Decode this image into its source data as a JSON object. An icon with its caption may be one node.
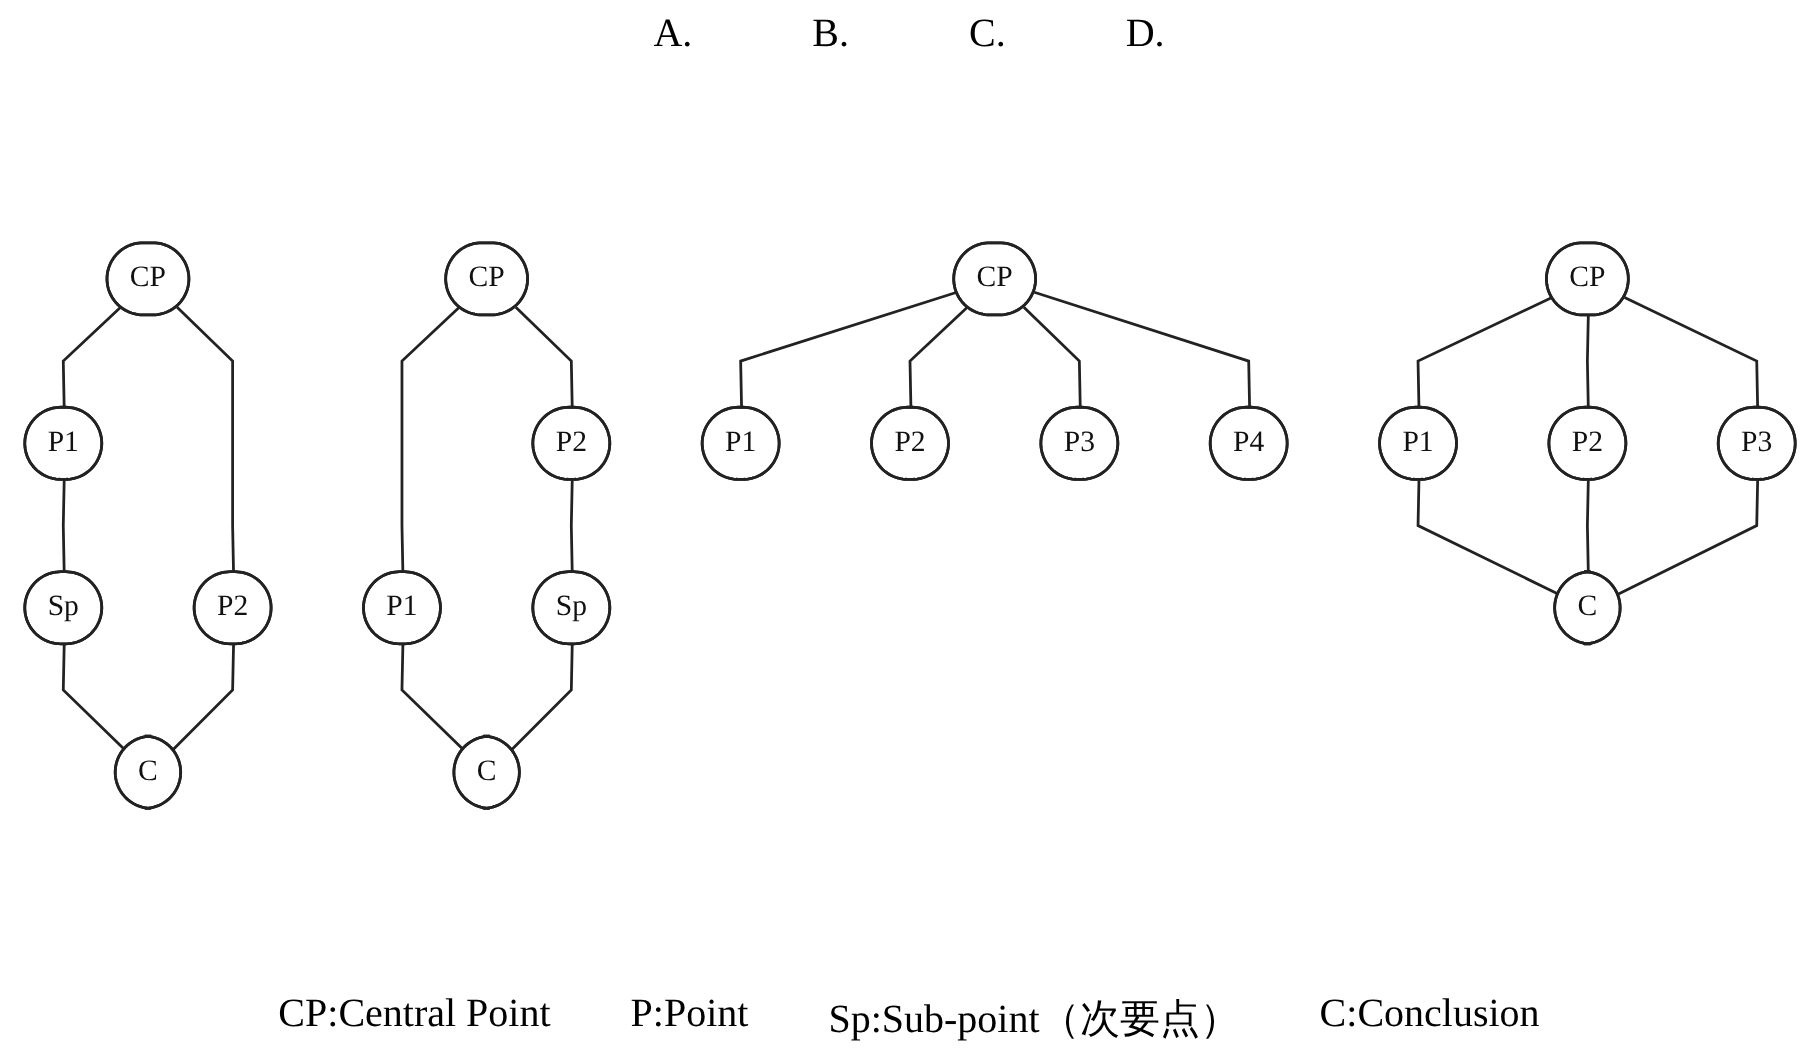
{
  "diagram": {
    "nodes": [
      {
        "text": [
          "CP"
        ]
      },
      {
        "text": [
          "P1"
        ]
      },
      {
        "text": [
          "P2"
        ]
      },
      {
        "text": [
          "Sp"
        ]
      },
      {
        "text": [
          "C"
        ]
      },
      {
        "text": [
          "CP"
        ]
      },
      {
        "text": [
          "P1"
        ]
      },
      {
        "text": [
          "P2"
        ]
      },
      {
        "text": [
          "Sp"
        ]
      },
      {
        "text": [
          "C"
        ]
      },
      {
        "text": [
          "CP"
        ]
      },
      {
        "text": [
          "P1"
        ]
      },
      {
        "text": [
          "P2"
        ]
      },
      {
        "text": [
          "P3"
        ]
      },
      {
        "text": [
          "C"
        ]
      },
      {
        "text": [
          "CP"
        ]
      },
      {
        "text": [
          "P1"
        ]
      },
      {
        "text": [
          "P2"
        ]
      },
      {
        "text": [
          "P3"
        ]
      },
      {
        "text": [
          "P4"
        ]
      }
    ],
    "edges": [
      {
        "from": 0,
        "to": 1,
        "arrow": "none"
      },
      {
        "from": 0,
        "to": 2,
        "arrow": "none"
      },
      {
        "from": 1,
        "to": 3,
        "arrow": "none"
      },
      {
        "from": 3,
        "to": 4,
        "arrow": "none"
      },
      {
        "from": 2,
        "to": 4,
        "arrow": "none"
      },
      {
        "from": 5,
        "to": 6,
        "arrow": "none"
      },
      {
        "from": 5,
        "to": 7,
        "arrow": "none"
      },
      {
        "from": 7,
        "to": 8,
        "arrow": "none"
      },
      {
        "from": 6,
        "to": 9,
        "arrow": "none"
      },
      {
        "from": 8,
        "to": 9,
        "arrow": "none"
      },
      {
        "from": 10,
        "to": 11,
        "arrow": "none"
      },
      {
        "from": 10,
        "to": 12,
        "arrow": "none"
      },
      {
        "from": 10,
        "to": 13,
        "arrow": "none"
      },
      {
        "from": 11,
        "to": 14,
        "arrow": "none"
      },
      {
        "from": 12,
        "to": 14,
        "arrow": "none"
      },
      {
        "from": 13,
        "to": 14,
        "arrow": "none"
      },
      {
        "from": 15,
        "to": 16,
        "arrow": "none"
      },
      {
        "from": 15,
        "to": 17,
        "arrow": "none"
      },
      {
        "from": 15,
        "to": 18,
        "arrow": "none"
      },
      {
        "from": 15,
        "to": 19,
        "arrow": "none"
      }
    ],
    "labels": [
      "A.",
      "B.",
      "C.",
      "D.",
      "CP:Central Point",
      "P:Point",
      "Sp:Sub-point（次要点）",
      "C:Conclusion"
    ]
  }
}
